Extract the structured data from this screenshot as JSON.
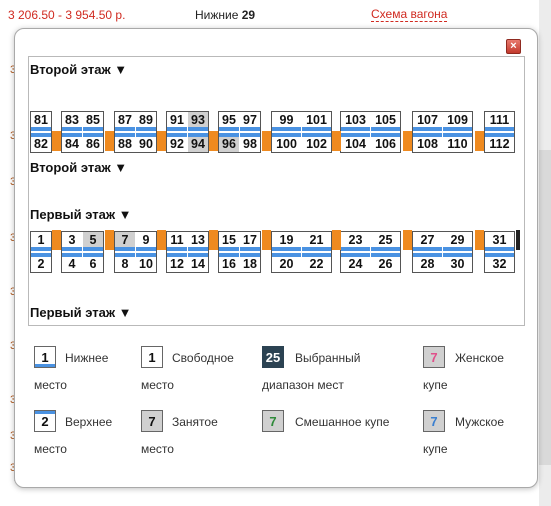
{
  "background": {
    "price_range": "3 206.50 - 3 954.50 р.",
    "lower_label": "Нижние",
    "lower_count": "29",
    "scheme_link": "Схема вагона",
    "row_marks": [
      "3",
      "3",
      "3",
      "3",
      "3",
      "3",
      "3",
      "3",
      "3"
    ]
  },
  "modal": {
    "close_symbol": "×",
    "floors": {
      "second": "Второй этаж ▼",
      "first": "Первый этаж ▼"
    },
    "second_floor": {
      "top": [
        "81",
        "",
        "83",
        "85",
        "",
        "87",
        "89",
        "",
        "91",
        "93",
        "",
        "95",
        "97",
        "",
        "99",
        "101",
        "",
        "103",
        "105",
        "",
        "107",
        "109",
        "",
        "111"
      ],
      "bottom": [
        "82",
        "",
        "84",
        "86",
        "",
        "88",
        "90",
        "",
        "92",
        "94",
        "",
        "96",
        "98",
        "",
        "100",
        "102",
        "",
        "104",
        "106",
        "",
        "108",
        "110",
        "",
        "112"
      ],
      "top_gray": [
        "93"
      ],
      "bottom_gray": [
        "94",
        "96"
      ]
    },
    "first_floor": {
      "top": [
        "1",
        "3",
        "5",
        "7",
        "9",
        "11",
        "13",
        "15",
        "17",
        "19",
        "21",
        "23",
        "25",
        "27",
        "29",
        "31"
      ],
      "bottom": [
        "2",
        "4",
        "6",
        "8",
        "10",
        "12",
        "14",
        "16",
        "18",
        "20",
        "22",
        "24",
        "26",
        "28",
        "30",
        "32"
      ],
      "top_gray": [
        "5",
        "7"
      ]
    }
  },
  "legend": {
    "lower": {
      "num": "1",
      "line1": "Нижнее",
      "line2": "место"
    },
    "free": {
      "num": "1",
      "line1": "Свободное",
      "line2": "место"
    },
    "selected": {
      "num": "25",
      "line1": "Выбранный",
      "line2": "диапазон мест"
    },
    "female": {
      "num": "7",
      "line1": "Женское",
      "line2": "купе",
      "color": "#e0508a"
    },
    "upper": {
      "num": "2",
      "line1": "Верхнее",
      "line2": "место"
    },
    "occupied": {
      "num": "7",
      "line1": "Занятое",
      "line2": "место"
    },
    "mixed": {
      "num": "7",
      "line1": "Смешанное купе",
      "color": "#2f8a3a"
    },
    "male": {
      "num": "7",
      "line1": "Мужское",
      "line2": "купе",
      "color": "#3a7fd0"
    }
  },
  "colors": {
    "accent_blue": "#4a92e2",
    "orange_gap": "#ef8a1f",
    "link_red": "#d02a20",
    "selected_dark": "#2b4252"
  }
}
